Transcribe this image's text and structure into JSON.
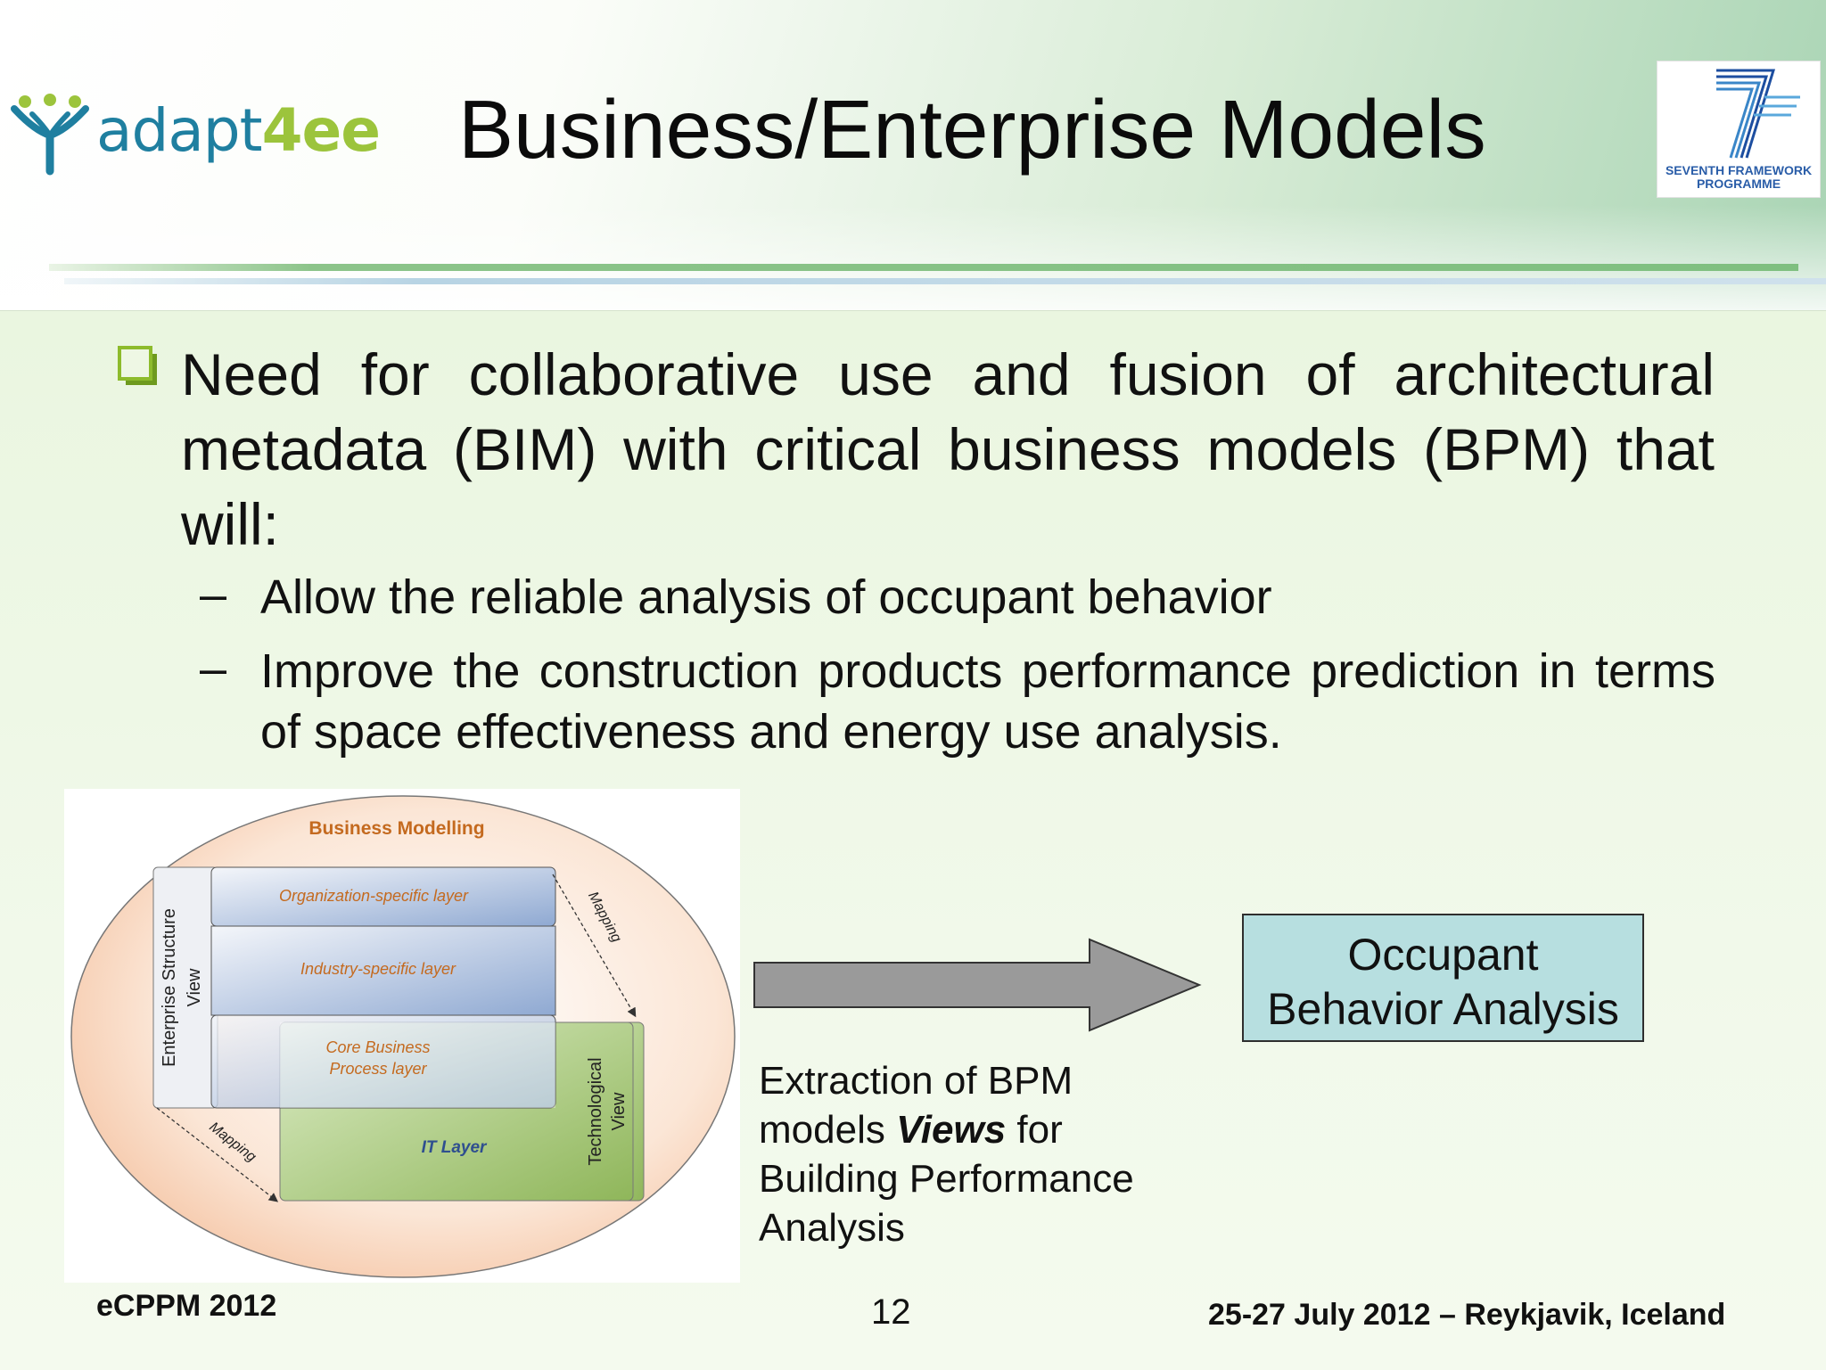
{
  "header": {
    "title": "Business/Enterprise Models",
    "logo_left": {
      "prefix": "adapt",
      "suffix": "4ee",
      "icon": "people-tree-icon"
    },
    "logo_right": {
      "caption_line1": "SEVENTH FRAMEWORK",
      "caption_line2": "PROGRAMME",
      "icon": "fp7-seven-icon"
    }
  },
  "content": {
    "bullet": {
      "icon": "hollow-square-bullet-icon",
      "text": "Need for collaborative use and fusion of architectural metadata (BIM) with critical business models (BPM) that will:"
    },
    "subbullets": [
      {
        "dash": "–",
        "text": "Allow the reliable analysis of occupant behavior"
      },
      {
        "dash": "–",
        "text": "Improve the construction products performance prediction in terms of space effectiveness and energy use analysis."
      }
    ]
  },
  "diagram": {
    "outer_label": "Business Modelling",
    "layers": [
      "Organization-specific layer",
      "Industry-specific layer",
      "Core Business Process layer",
      "IT Layer"
    ],
    "left_view_line1": "Enterprise Structure",
    "left_view_line2": "View",
    "right_view_line1": "Technological",
    "right_view_line2": "View",
    "mapping_top": "Mapping",
    "mapping_bottom": "Mapping"
  },
  "flow": {
    "arrow_icon": "right-arrow-icon",
    "extraction_line1": "Extraction of BPM",
    "extraction_line2_pre": "models ",
    "extraction_line2_em": "Views",
    "extraction_line2_post": " for",
    "extraction_line3": "Building Performance",
    "extraction_line4": "Analysis",
    "target_line1": "Occupant",
    "target_line2": "Behavior Analysis"
  },
  "footer": {
    "left": "eCPPM 2012",
    "page": "12",
    "right": "25-27 July 2012 – Reykjavik, Iceland"
  },
  "colors": {
    "accent_green": "#9cc43c",
    "logo_blue": "#1f7fa0",
    "bullet_green": "#8dbb2c",
    "diagram_orange_text": "#c46a1f",
    "target_box": "#b7dfe0"
  }
}
